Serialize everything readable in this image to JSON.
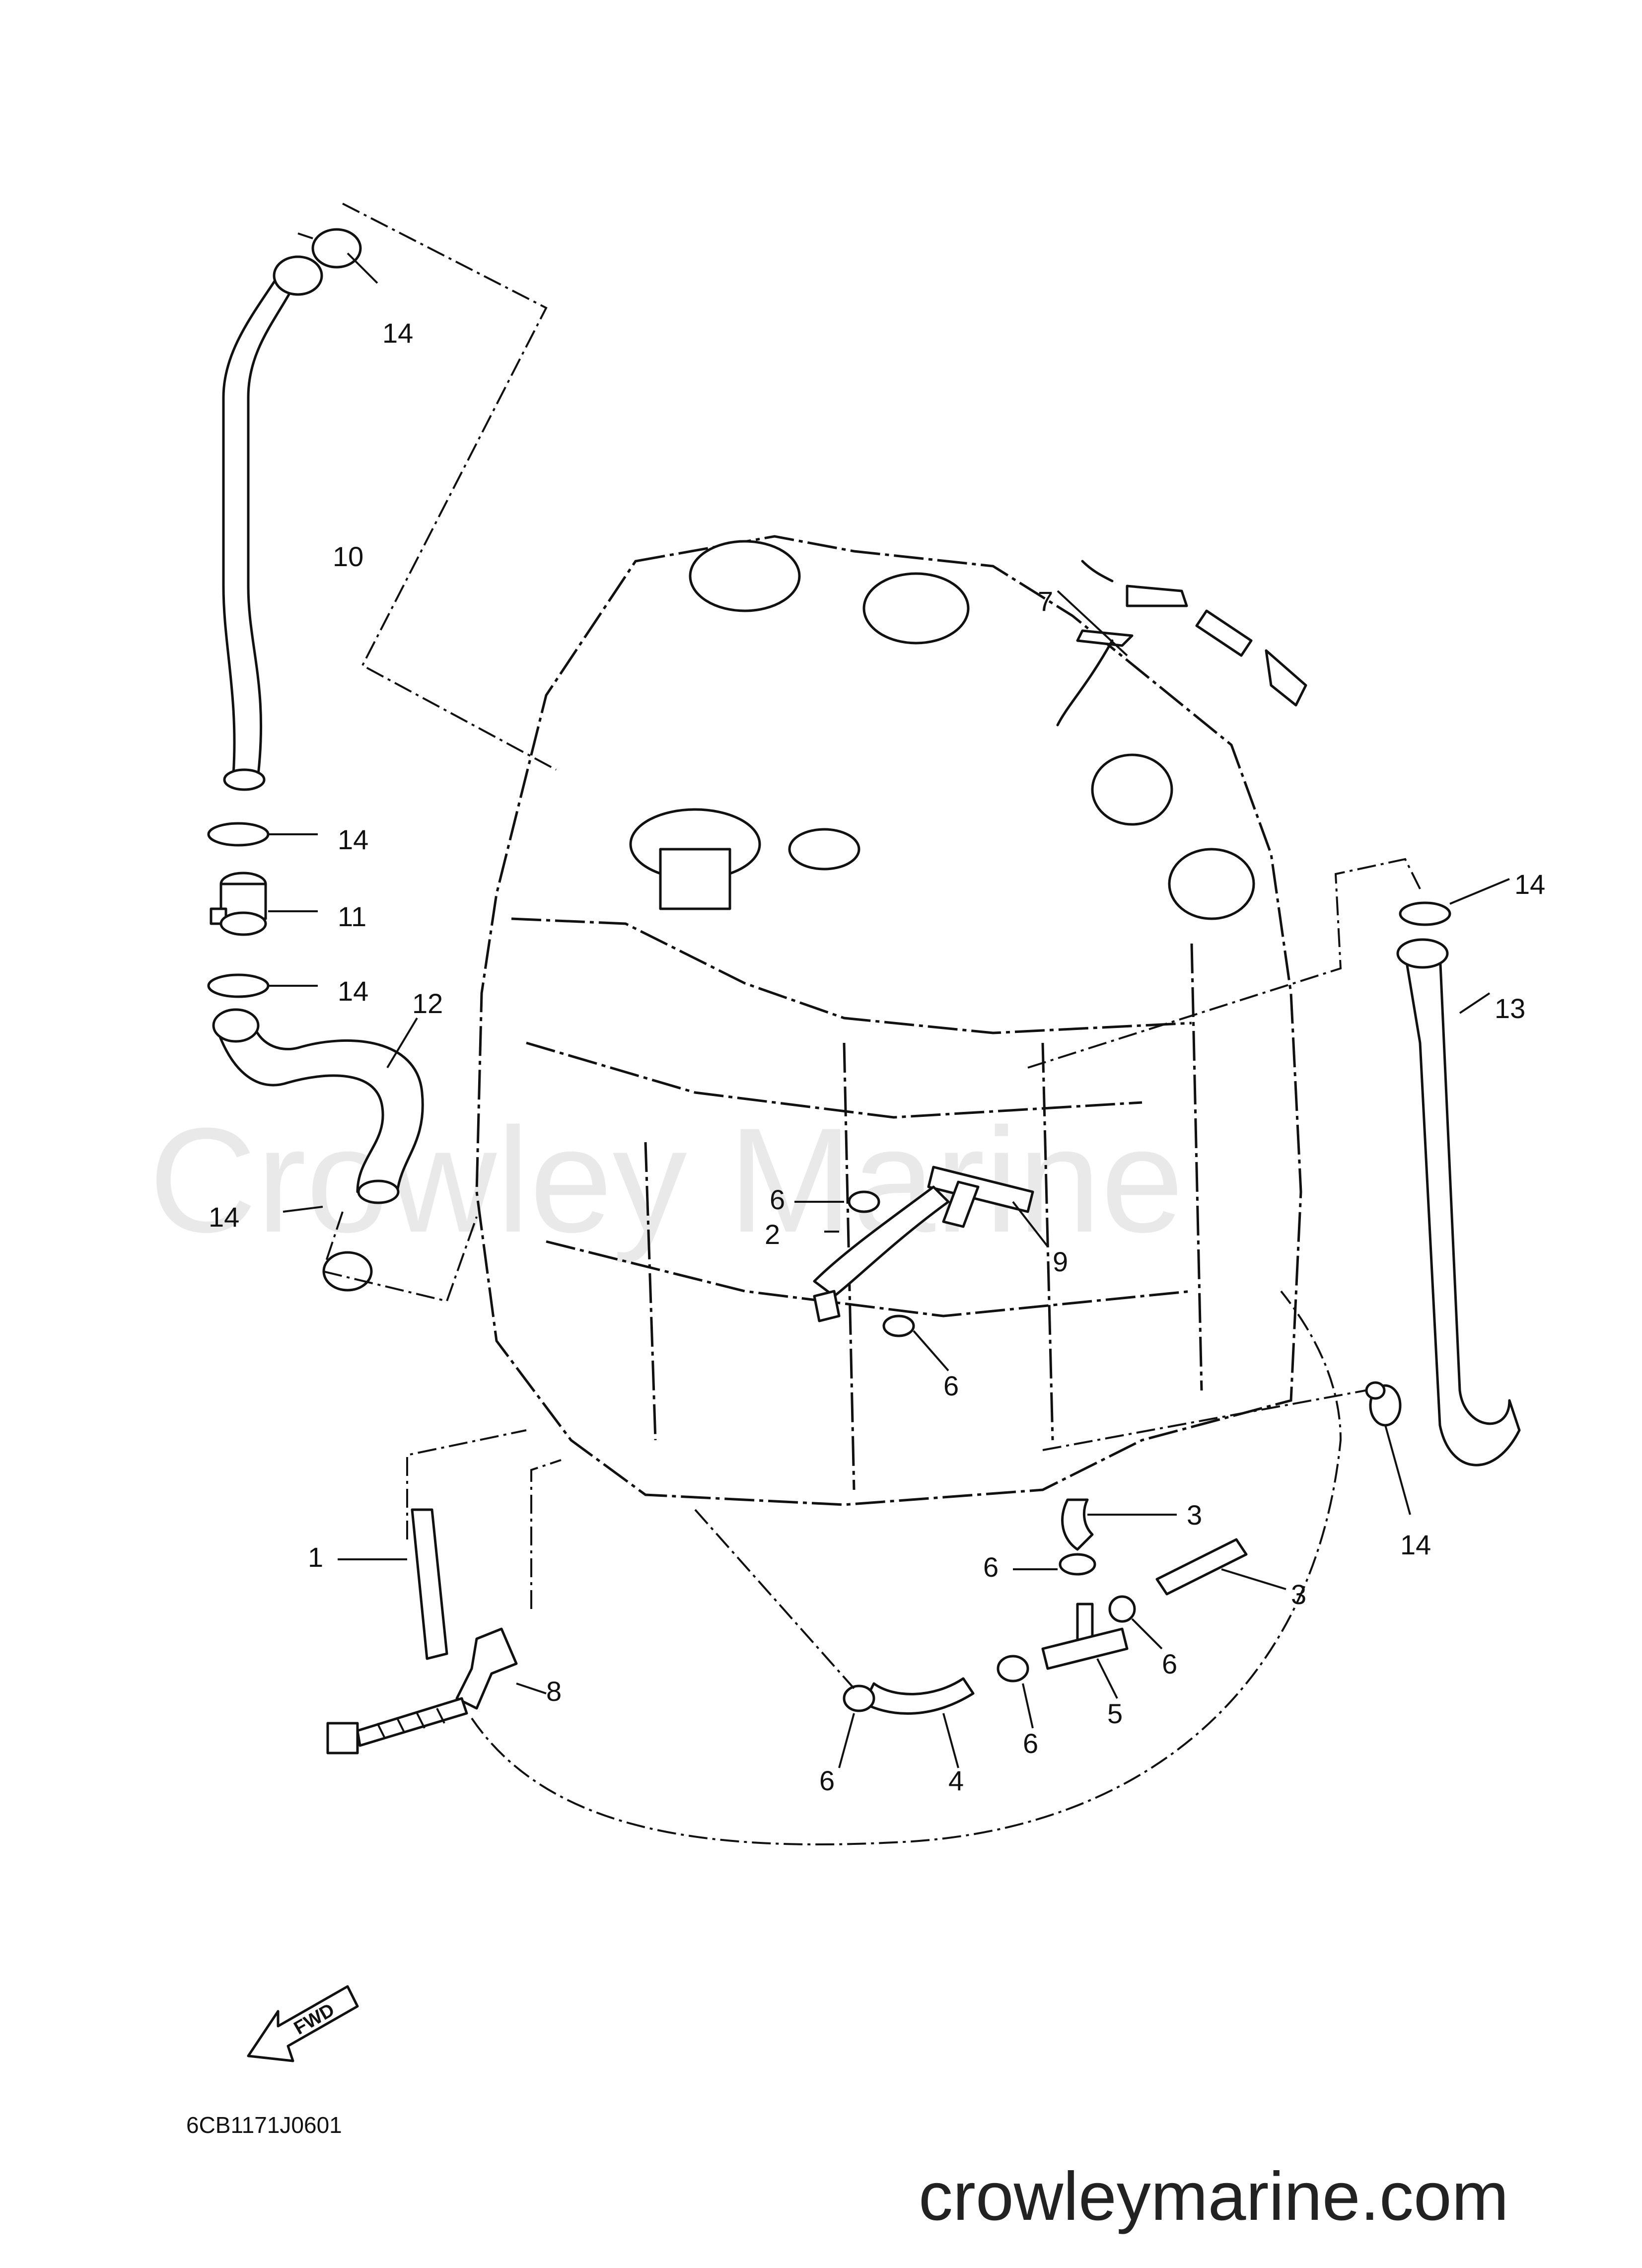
{
  "watermark": "Crowley Marine",
  "drawing_code": "6CB1171J0601",
  "website": "crowleymarine.com",
  "fwd_label": "FWD",
  "callouts": {
    "c14_top": "14",
    "c10": "10",
    "c14_a": "14",
    "c11": "11",
    "c14_b": "14",
    "c12": "12",
    "c14_c": "14",
    "c7": "7",
    "c14_right_top": "14",
    "c13": "13",
    "c6_a": "6",
    "c9": "9",
    "c2": "2",
    "c6_b": "6",
    "c14_right_bottom": "14",
    "c3_a": "3",
    "c1": "1",
    "c6_c": "6",
    "c3_b": "3",
    "c6_d": "6",
    "c5": "5",
    "c8": "8",
    "c6_e": "6",
    "c6_f": "6",
    "c4": "4"
  }
}
